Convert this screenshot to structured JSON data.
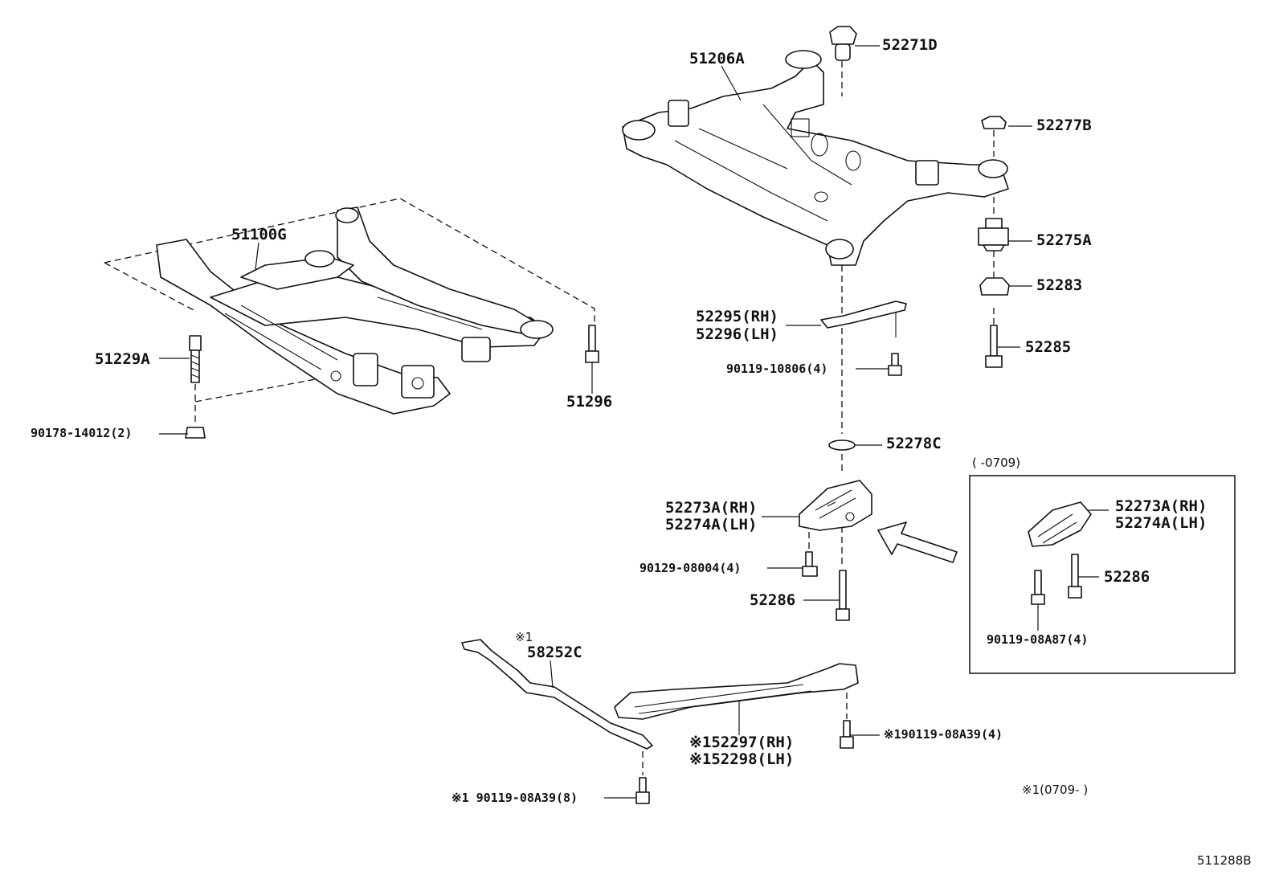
{
  "labels": {
    "p51100g": "51100G",
    "p51229a": "51229A",
    "p90178": "90178-14012(2)",
    "p51296": "51296",
    "p51206a": "51206A",
    "p52271d": "52271D",
    "p52277b": "52277B",
    "p52275a": "52275A",
    "p52283": "52283",
    "p52285": "52285",
    "p52295": "52295(RH)",
    "p52296": "52296(LH)",
    "p90119_10806": "90119-10806(4)",
    "p52278c": "52278C",
    "p52273a": "52273A(RH)",
    "p52274a": "52274A(LH)",
    "p90129": "90129-08004(4)",
    "p52286": "52286",
    "inset_range": "(      -0709)",
    "inset_52273a": "52273A(RH)",
    "inset_52274a": "52274A(LH)",
    "inset_52286": "52286",
    "inset_90119": "90119-08A87(4)",
    "mark_58252c": "※1",
    "p58252c": "58252C",
    "p52297": "※152297(RH)",
    "p52298": "※152298(LH)",
    "p90119_08a39_4": "※190119-08A39(4)",
    "p90119_08a39_8": "※1 90119-08A39(8)",
    "footnote": "※1(0709-      )",
    "diagram_id": "511288B"
  }
}
